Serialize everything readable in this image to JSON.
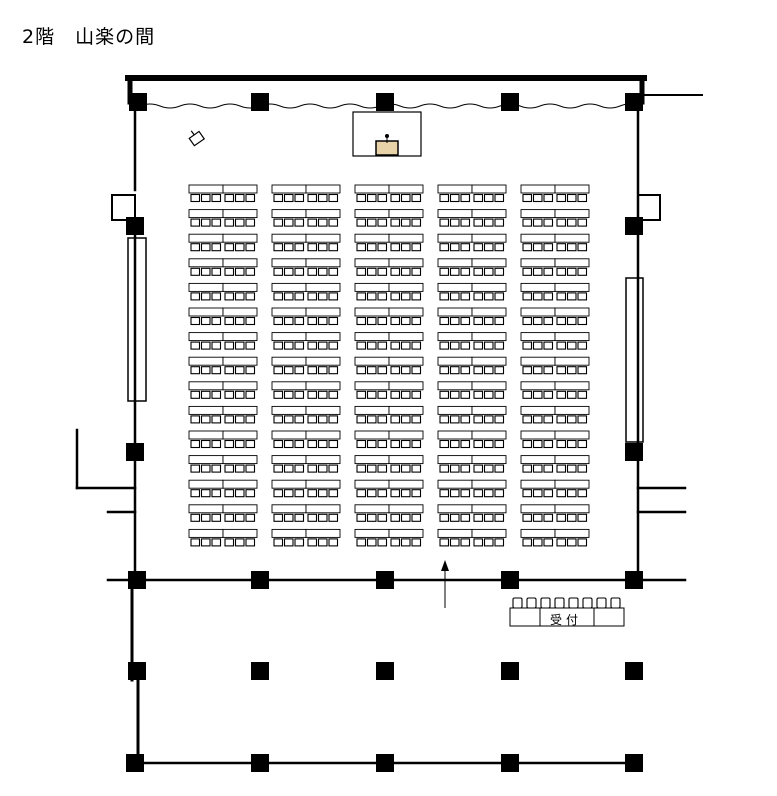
{
  "page": {
    "title": "2階　山楽の間"
  },
  "reception": {
    "label": "受付"
  },
  "layout": {
    "table_rows": 15,
    "table_columns": 5,
    "tables_per_group": 2,
    "chairs_per_table": 3
  },
  "colors": {
    "wall": "#000000",
    "pillar": "#000000",
    "chair": "#000000",
    "podium": "#e8d3a8"
  },
  "icons": {
    "microphone": "microphone-icon",
    "entrance_arrow": "up-arrow-icon"
  }
}
